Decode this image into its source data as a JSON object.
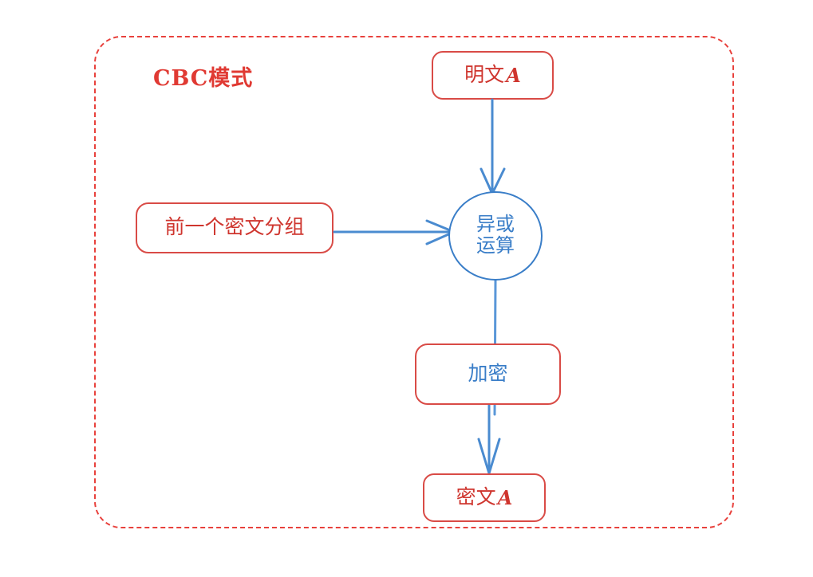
{
  "diagram": {
    "title": "CBC模式",
    "accent_red": "#cf352e",
    "accent_blue": "#3a7ec8",
    "frame_border_color": "#e8413c",
    "nodes": {
      "plaintext": {
        "label_main": "明文",
        "label_suffix": "A",
        "text_color": "#cf352e",
        "border_color": "#d94b46"
      },
      "previous_block": {
        "label": "前一个密文分组",
        "text_color": "#cf352e",
        "border_color": "#d94b46"
      },
      "xor": {
        "line1": "异或",
        "line2": "运算",
        "text_color": "#3a7ec8",
        "border_color": "#3a7ec8"
      },
      "encrypt": {
        "label": "加密",
        "text_color": "#3a7ec8",
        "border_color": "#d94b46"
      },
      "ciphertext": {
        "label_main": "密文",
        "label_suffix": "A",
        "text_color": "#cf352e",
        "border_color": "#d94b46"
      }
    },
    "edges": [
      {
        "name": "plaintext-to-xor",
        "from": "plaintext",
        "to": "xor",
        "direction": "down",
        "arrowhead": true
      },
      {
        "name": "previous-block-to-xor",
        "from": "previous_block",
        "to": "xor",
        "direction": "right",
        "arrowhead": true
      },
      {
        "name": "xor-to-encrypt",
        "from": "xor",
        "to": "encrypt",
        "direction": "down",
        "arrowhead": false
      },
      {
        "name": "encrypt-to-ciphertext",
        "from": "encrypt",
        "to": "ciphertext",
        "direction": "down",
        "arrowhead": true
      }
    ]
  }
}
